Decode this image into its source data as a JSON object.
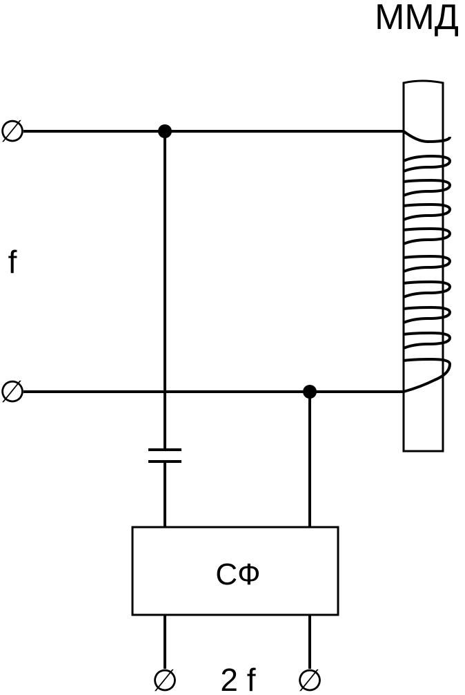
{
  "labels": {
    "core": "ММД",
    "input_frequency": "f",
    "filter": "СФ",
    "output_frequency": "2 f"
  },
  "terminal_symbol": "∅",
  "icons": {
    "terminal": "terminal-icon",
    "capacitor": "capacitor-icon",
    "coil": "coil-icon",
    "junction": "junction-dot-icon"
  }
}
